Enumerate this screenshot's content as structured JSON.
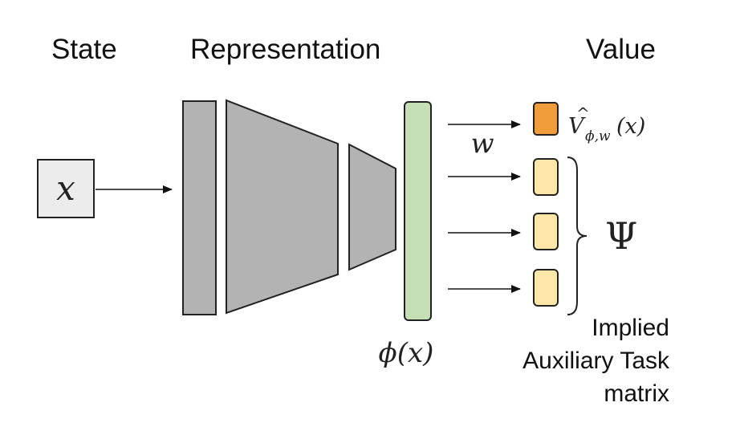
{
  "headers": {
    "state": "State",
    "representation": "Representation",
    "value": "Value"
  },
  "input": {
    "symbol": "x"
  },
  "features": {
    "label": "ϕ(x)"
  },
  "weights": {
    "label": "w"
  },
  "value_output": {
    "hat": "^",
    "main": "V",
    "subscript": "ϕ,w",
    "argument": "(x)"
  },
  "auxiliary": {
    "matrix_symbol": "Ψ",
    "caption_lines": [
      "Implied",
      "Auxiliary Task",
      "matrix"
    ]
  },
  "colors": {
    "layer_fill": "#b3b3b3",
    "feature_fill": "#c5dfb5",
    "value_fill": "#f09c3a",
    "aux_fill": "#fde7a8",
    "input_fill": "#ececec"
  }
}
